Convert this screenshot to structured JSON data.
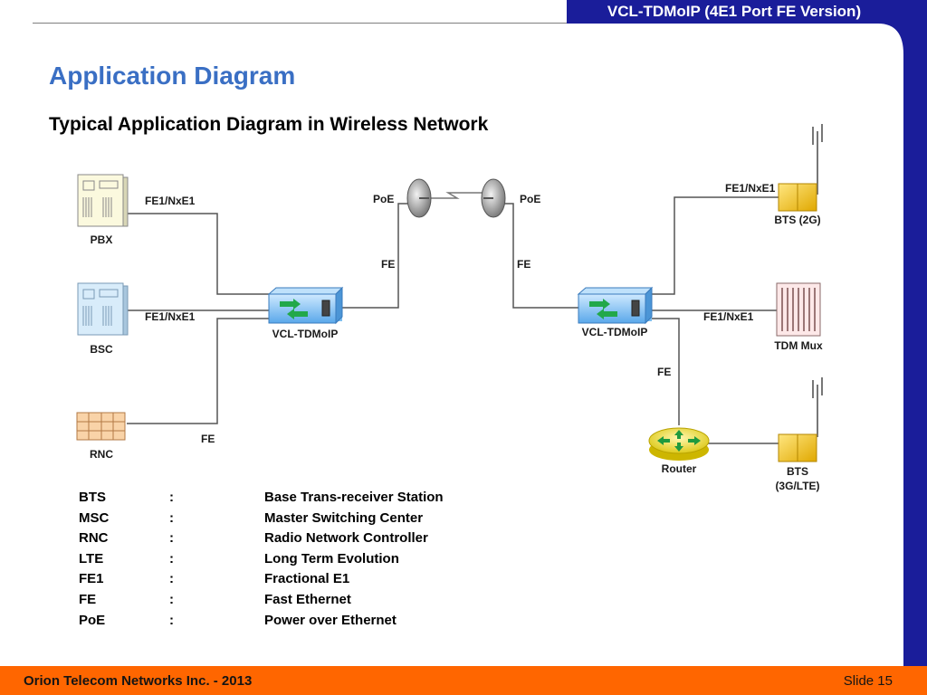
{
  "header": {
    "title": "VCL-TDMoIP (4E1 Port FE Version)"
  },
  "slide": {
    "title": "Application Diagram",
    "subtitle": "Typical Application Diagram in Wireless Network"
  },
  "diagram": {
    "nodes": {
      "pbx": "PBX",
      "bsc": "BSC",
      "rnc": "RNC",
      "vcl_left": "VCL-TDMoIP",
      "vcl_right": "VCL-TDMoIP",
      "bts_2g": "BTS (2G)",
      "tdm_mux": "TDM Mux",
      "router": "Router",
      "bts_3g_line1": "BTS",
      "bts_3g_line2": "(3G/LTE)"
    },
    "links": {
      "pbx_link": "FE1/NxE1",
      "bsc_link": "FE1/NxE1",
      "rnc_link": "FE",
      "poe_left": "PoE",
      "poe_right": "PoE",
      "fe_left": "FE",
      "fe_right": "FE",
      "bts2g_link": "FE1/NxE1",
      "mux_link": "FE1/NxE1",
      "router_link": "FE"
    }
  },
  "legend": [
    {
      "abbr": "BTS",
      "sep": ":",
      "desc": "Base Trans-receiver Station"
    },
    {
      "abbr": "MSC",
      "sep": ":",
      "desc": "Master Switching Center"
    },
    {
      "abbr": "RNC",
      "sep": ":",
      "desc": "Radio Network Controller"
    },
    {
      "abbr": "LTE",
      "sep": ":",
      "desc": "Long Term Evolution"
    },
    {
      "abbr": "FE1",
      "sep": ":",
      "desc": "Fractional E1"
    },
    {
      "abbr": "FE",
      "sep": ":",
      "desc": "Fast Ethernet"
    },
    {
      "abbr": "PoE",
      "sep": ":",
      "desc": "Power over Ethernet"
    }
  ],
  "footer": {
    "company": "Orion Telecom Networks Inc. - 2013",
    "slide_number": "Slide 15"
  },
  "colors": {
    "accent_blue": "#1a1d9a",
    "title_blue": "#3a6fc4",
    "footer_orange": "#ff6600"
  }
}
